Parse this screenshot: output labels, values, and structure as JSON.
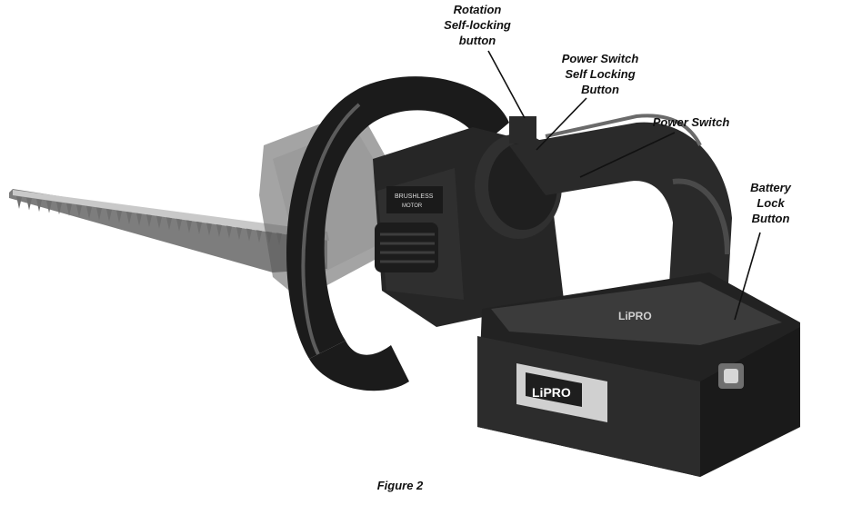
{
  "callouts": {
    "rotation": [
      "Rotation",
      "Self-locking",
      "button"
    ],
    "power_lock": [
      "Power Switch",
      "Self Locking",
      "Button"
    ],
    "power_switch": [
      "Power Switch"
    ],
    "battery_lock": [
      "Battery",
      "Lock",
      "Button"
    ]
  },
  "product": {
    "motor_badge": [
      "BRUSHLESS",
      "MOTOR"
    ],
    "brand": "LiPRO",
    "battery_label": "LiPRO"
  },
  "caption": "Figure 2",
  "colors": {
    "body_dark": "#1e1e1e",
    "body_mid": "#3a3a3a",
    "blade": "#8a8a8a",
    "highlight": "#cfcfcf"
  }
}
